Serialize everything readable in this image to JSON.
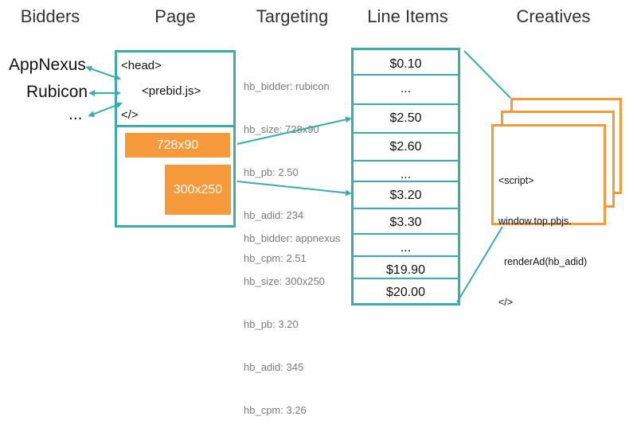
{
  "headers": {
    "bidders": "Bidders",
    "page": "Page",
    "targeting": "Targeting",
    "line_items": "Line Items",
    "creatives": "Creatives"
  },
  "bidders": [
    "AppNexus",
    "Rubicon",
    "..."
  ],
  "page": {
    "head_open": "<head>",
    "prebid": "<prebid.js>",
    "head_close": "</>",
    "ad_slots": [
      "728x90",
      "300x250"
    ]
  },
  "targeting": {
    "rubicon": [
      "hb_bidder: rubicon",
      "hb_size: 728x90",
      "hb_pb: 2.50",
      "hb_adid: 234",
      "hb_cpm: 2.51"
    ],
    "appnexus": [
      "hb_bidder: appnexus",
      "hb_size: 300x250",
      "hb_pb: 3.20",
      "hb_adid: 345",
      "hb_cpm: 3.26"
    ]
  },
  "line_items": [
    "$0.10",
    "...",
    "$2.50",
    "$2.60",
    "...",
    "$3.20",
    "$3.30",
    "...",
    "$19.90",
    "$20.00"
  ],
  "creative": {
    "lines": [
      "<script>",
      "window.top.pbjs.",
      "  renderAd(hb_adid)",
      "</>"
    ]
  },
  "colors": {
    "teal": "#3aada6",
    "orange": "#f6993a",
    "gray_text": "#7a7a7a"
  }
}
